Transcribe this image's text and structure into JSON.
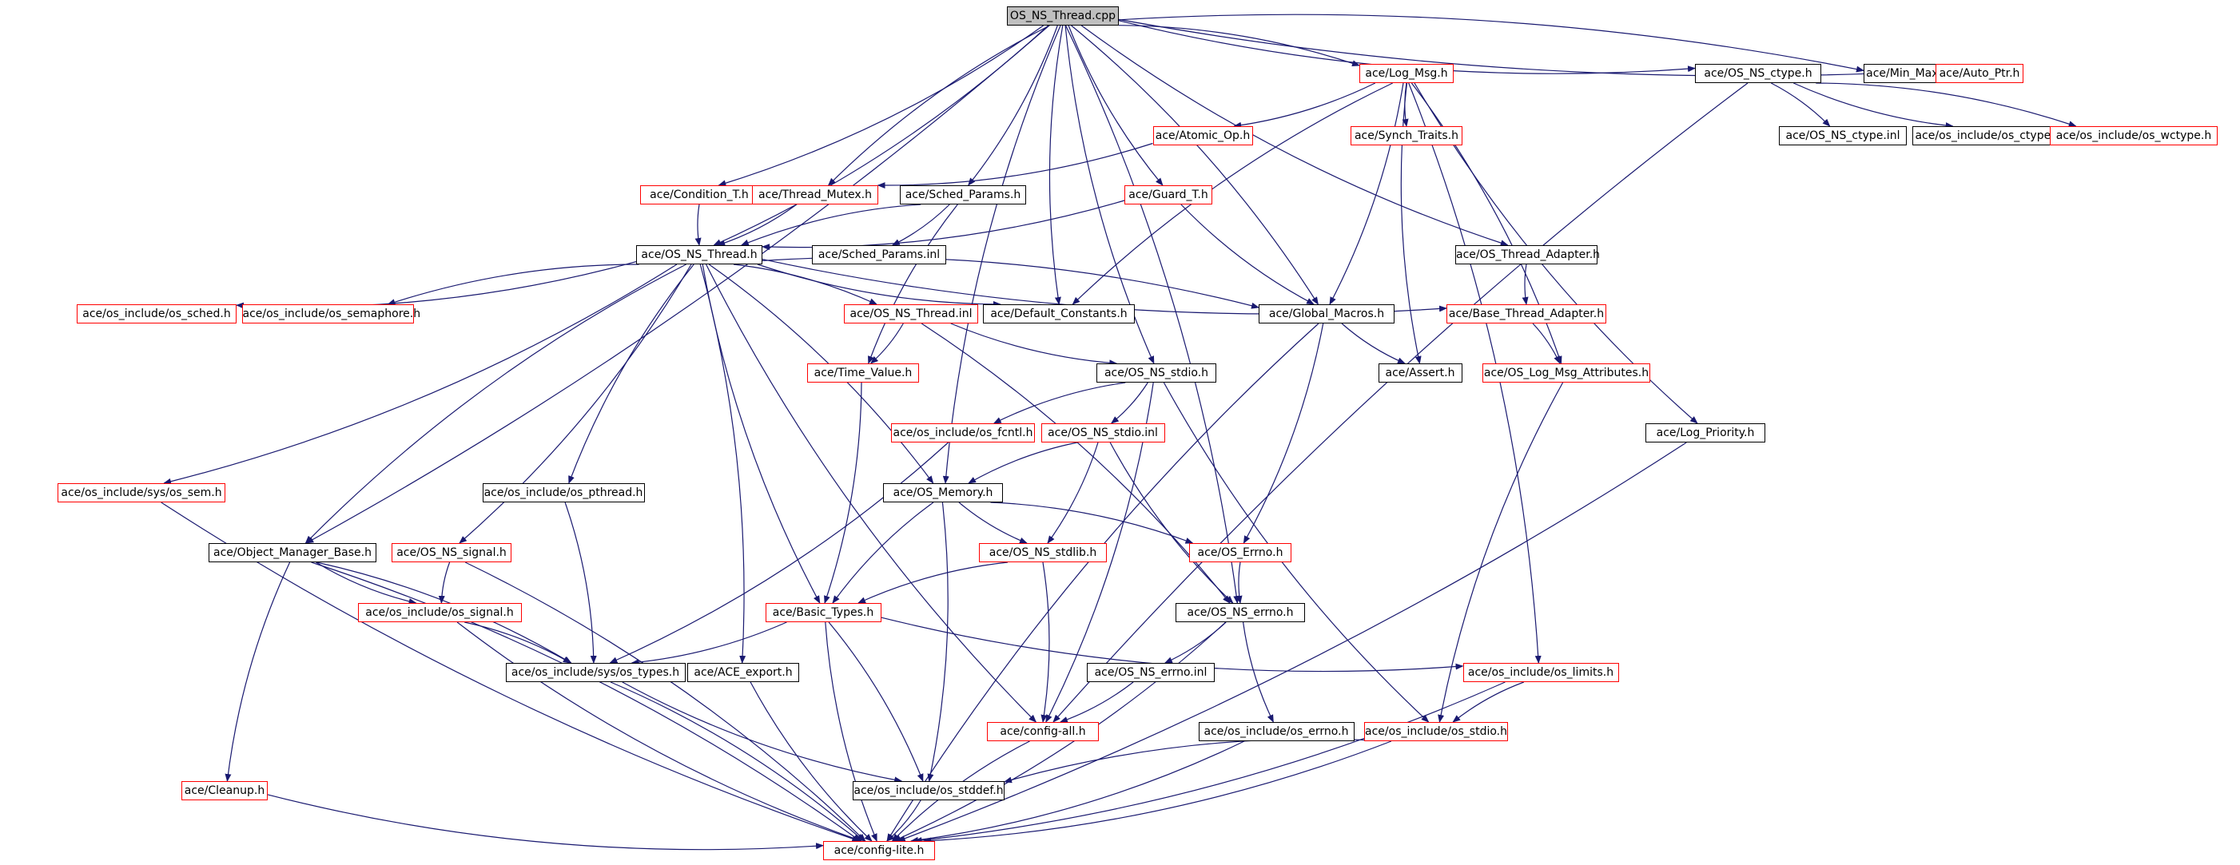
{
  "graph": {
    "colors": {
      "edge": "#191970",
      "box_border": "#000000",
      "box_border_incomplete": "#ff0000",
      "root_fill": "#bfbfbf"
    },
    "nodes": [
      {
        "id": "root",
        "label": "OS_NS_Thread.cpp",
        "style": "root"
      },
      {
        "id": "logmsg",
        "label": "ace/Log_Msg.h",
        "style": "red"
      },
      {
        "id": "ctype",
        "label": "ace/OS_NS_ctype.h",
        "style": "black"
      },
      {
        "id": "minmax",
        "label": "ace/Min_Max.h",
        "style": "black"
      },
      {
        "id": "autoptr",
        "label": "ace/Auto_Ptr.h",
        "style": "red"
      },
      {
        "id": "atomic",
        "label": "ace/Atomic_Op.h",
        "style": "red"
      },
      {
        "id": "synch",
        "label": "ace/Synch_Traits.h",
        "style": "red"
      },
      {
        "id": "ctypeinl",
        "label": "ace/OS_NS_ctype.inl",
        "style": "black"
      },
      {
        "id": "osctype",
        "label": "ace/os_include/os_ctype.h",
        "style": "black"
      },
      {
        "id": "wctype",
        "label": "ace/os_include/os_wctype.h",
        "style": "red"
      },
      {
        "id": "cond",
        "label": "ace/Condition_T.h",
        "style": "red"
      },
      {
        "id": "tmutex",
        "label": "ace/Thread_Mutex.h",
        "style": "red"
      },
      {
        "id": "sched",
        "label": "ace/Sched_Params.h",
        "style": "black"
      },
      {
        "id": "guard",
        "label": "ace/Guard_T.h",
        "style": "red"
      },
      {
        "id": "thread",
        "label": "ace/OS_NS_Thread.h",
        "style": "black"
      },
      {
        "id": "schedinl",
        "label": "ace/Sched_Params.inl",
        "style": "black"
      },
      {
        "id": "tadapter",
        "label": "ace/OS_Thread_Adapter.h",
        "style": "black"
      },
      {
        "id": "ossched",
        "label": "ace/os_include/os_sched.h",
        "style": "red"
      },
      {
        "id": "ossem",
        "label": "ace/os_include/os_semaphore.h",
        "style": "red"
      },
      {
        "id": "threadinl",
        "label": "ace/OS_NS_Thread.inl",
        "style": "red"
      },
      {
        "id": "defconst",
        "label": "ace/Default_Constants.h",
        "style": "black"
      },
      {
        "id": "globmac",
        "label": "ace/Global_Macros.h",
        "style": "black"
      },
      {
        "id": "btadapter",
        "label": "ace/Base_Thread_Adapter.h",
        "style": "red"
      },
      {
        "id": "timeval",
        "label": "ace/Time_Value.h",
        "style": "red"
      },
      {
        "id": "stdio",
        "label": "ace/OS_NS_stdio.h",
        "style": "black"
      },
      {
        "id": "assert",
        "label": "ace/Assert.h",
        "style": "black"
      },
      {
        "id": "logattr",
        "label": "ace/OS_Log_Msg_Attributes.h",
        "style": "red"
      },
      {
        "id": "logprio",
        "label": "ace/Log_Priority.h",
        "style": "black"
      },
      {
        "id": "fcntl",
        "label": "ace/os_include/os_fcntl.h",
        "style": "red"
      },
      {
        "id": "stdioinl",
        "label": "ace/OS_NS_stdio.inl",
        "style": "red"
      },
      {
        "id": "syssem",
        "label": "ace/os_include/sys/os_sem.h",
        "style": "red"
      },
      {
        "id": "pthread",
        "label": "ace/os_include/os_pthread.h",
        "style": "black"
      },
      {
        "id": "memory",
        "label": "ace/OS_Memory.h",
        "style": "black"
      },
      {
        "id": "objmgr",
        "label": "ace/Object_Manager_Base.h",
        "style": "black"
      },
      {
        "id": "nssignal",
        "label": "ace/OS_NS_signal.h",
        "style": "red"
      },
      {
        "id": "stdlib",
        "label": "ace/OS_NS_stdlib.h",
        "style": "red"
      },
      {
        "id": "errno",
        "label": "ace/OS_Errno.h",
        "style": "red"
      },
      {
        "id": "ossignal",
        "label": "ace/os_include/os_signal.h",
        "style": "red"
      },
      {
        "id": "basic",
        "label": "ace/Basic_Types.h",
        "style": "red"
      },
      {
        "id": "nserrno",
        "label": "ace/OS_NS_errno.h",
        "style": "black"
      },
      {
        "id": "systypes",
        "label": "ace/os_include/sys/os_types.h",
        "style": "black"
      },
      {
        "id": "aceexport",
        "label": "ace/ACE_export.h",
        "style": "black"
      },
      {
        "id": "nserrnoinl",
        "label": "ace/OS_NS_errno.inl",
        "style": "black"
      },
      {
        "id": "limits",
        "label": "ace/os_include/os_limits.h",
        "style": "red"
      },
      {
        "id": "configall",
        "label": "ace/config-all.h",
        "style": "red"
      },
      {
        "id": "oserrno",
        "label": "ace/os_include/os_errno.h",
        "style": "black"
      },
      {
        "id": "osstdio",
        "label": "ace/os_include/os_stdio.h",
        "style": "red"
      },
      {
        "id": "cleanup",
        "label": "ace/Cleanup.h",
        "style": "red"
      },
      {
        "id": "stddef",
        "label": "ace/os_include/os_stddef.h",
        "style": "black"
      },
      {
        "id": "configlite",
        "label": "ace/config-lite.h",
        "style": "red"
      }
    ],
    "edges": [
      [
        "root",
        "logmsg"
      ],
      [
        "root",
        "ctype"
      ],
      [
        "root",
        "minmax"
      ],
      [
        "root",
        "autoptr"
      ],
      [
        "root",
        "cond"
      ],
      [
        "root",
        "tmutex"
      ],
      [
        "root",
        "sched"
      ],
      [
        "root",
        "guard"
      ],
      [
        "root",
        "thread"
      ],
      [
        "root",
        "tadapter"
      ],
      [
        "root",
        "globmac"
      ],
      [
        "root",
        "stdio"
      ],
      [
        "root",
        "nserrno"
      ],
      [
        "root",
        "memory"
      ],
      [
        "root",
        "objmgr"
      ],
      [
        "root",
        "defconst"
      ],
      [
        "logmsg",
        "atomic"
      ],
      [
        "logmsg",
        "synch"
      ],
      [
        "logmsg",
        "globmac"
      ],
      [
        "logmsg",
        "assert"
      ],
      [
        "logmsg",
        "logattr"
      ],
      [
        "logmsg",
        "logprio"
      ],
      [
        "logmsg",
        "limits"
      ],
      [
        "logmsg",
        "defconst"
      ],
      [
        "ctype",
        "ctypeinl"
      ],
      [
        "ctype",
        "osctype"
      ],
      [
        "ctype",
        "wctype"
      ],
      [
        "ctype",
        "configall"
      ],
      [
        "atomic",
        "tmutex"
      ],
      [
        "cond",
        "thread"
      ],
      [
        "tmutex",
        "thread"
      ],
      [
        "sched",
        "thread"
      ],
      [
        "sched",
        "schedinl"
      ],
      [
        "sched",
        "timeval"
      ],
      [
        "guard",
        "thread"
      ],
      [
        "guard",
        "globmac"
      ],
      [
        "thread",
        "ossched"
      ],
      [
        "thread",
        "ossem"
      ],
      [
        "thread",
        "threadinl"
      ],
      [
        "thread",
        "defconst"
      ],
      [
        "thread",
        "globmac"
      ],
      [
        "thread",
        "btadapter"
      ],
      [
        "thread",
        "syssem"
      ],
      [
        "thread",
        "pthread"
      ],
      [
        "thread",
        "memory"
      ],
      [
        "thread",
        "objmgr"
      ],
      [
        "thread",
        "nssignal"
      ],
      [
        "thread",
        "basic"
      ],
      [
        "thread",
        "aceexport"
      ],
      [
        "thread",
        "configall"
      ],
      [
        "threadinl",
        "timeval"
      ],
      [
        "threadinl",
        "stdio"
      ],
      [
        "threadinl",
        "nserrno"
      ],
      [
        "tadapter",
        "btadapter"
      ],
      [
        "btadapter",
        "logattr"
      ],
      [
        "globmac",
        "assert"
      ],
      [
        "globmac",
        "errno"
      ],
      [
        "globmac",
        "configlite"
      ],
      [
        "timeval",
        "basic"
      ],
      [
        "stdio",
        "fcntl"
      ],
      [
        "stdio",
        "stdioinl"
      ],
      [
        "stdio",
        "osstdio"
      ],
      [
        "stdio",
        "configall"
      ],
      [
        "stdioinl",
        "memory"
      ],
      [
        "stdioinl",
        "stdlib"
      ],
      [
        "stdioinl",
        "nserrno"
      ],
      [
        "fcntl",
        "systypes"
      ],
      [
        "logattr",
        "osstdio"
      ],
      [
        "logprio",
        "configlite"
      ],
      [
        "syssem",
        "configlite"
      ],
      [
        "pthread",
        "systypes"
      ],
      [
        "memory",
        "stdlib"
      ],
      [
        "memory",
        "errno"
      ],
      [
        "memory",
        "basic"
      ],
      [
        "memory",
        "stddef"
      ],
      [
        "objmgr",
        "ossignal"
      ],
      [
        "objmgr",
        "systypes"
      ],
      [
        "objmgr",
        "cleanup"
      ],
      [
        "objmgr",
        "configlite"
      ],
      [
        "nssignal",
        "ossignal"
      ],
      [
        "nssignal",
        "configlite"
      ],
      [
        "stdlib",
        "basic"
      ],
      [
        "stdlib",
        "configall"
      ],
      [
        "errno",
        "nserrno"
      ],
      [
        "ossignal",
        "systypes"
      ],
      [
        "ossignal",
        "configlite"
      ],
      [
        "basic",
        "systypes"
      ],
      [
        "basic",
        "limits"
      ],
      [
        "basic",
        "stddef"
      ],
      [
        "basic",
        "configlite"
      ],
      [
        "nserrno",
        "nserrnoinl"
      ],
      [
        "nserrno",
        "oserrno"
      ],
      [
        "nserrno",
        "configlite"
      ],
      [
        "systypes",
        "stddef"
      ],
      [
        "systypes",
        "configlite"
      ],
      [
        "aceexport",
        "configlite"
      ],
      [
        "nserrnoinl",
        "configall"
      ],
      [
        "limits",
        "osstdio"
      ],
      [
        "limits",
        "configlite"
      ],
      [
        "configall",
        "configlite"
      ],
      [
        "oserrno",
        "configlite"
      ],
      [
        "osstdio",
        "stddef"
      ],
      [
        "osstdio",
        "configlite"
      ],
      [
        "cleanup",
        "configlite"
      ],
      [
        "stddef",
        "configlite"
      ]
    ]
  }
}
